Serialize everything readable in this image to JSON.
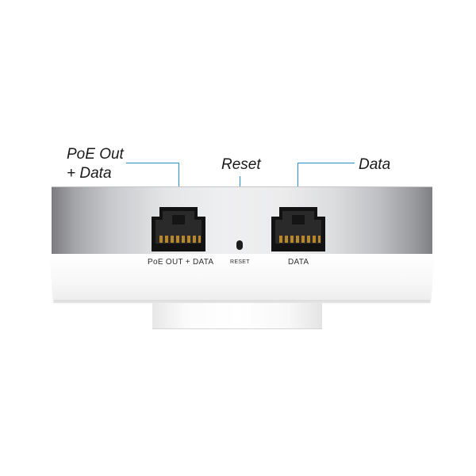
{
  "callouts": {
    "poe_line1": "PoE Out",
    "poe_line2": "+ Data",
    "reset": "Reset",
    "data": "Data"
  },
  "port_labels": {
    "poe": "PoE OUT + DATA",
    "reset": "RESET",
    "data": "DATA"
  },
  "colors": {
    "callout_line": "#2b8fd6",
    "port_black": "#111111",
    "pin_gold": "#b8862a"
  }
}
